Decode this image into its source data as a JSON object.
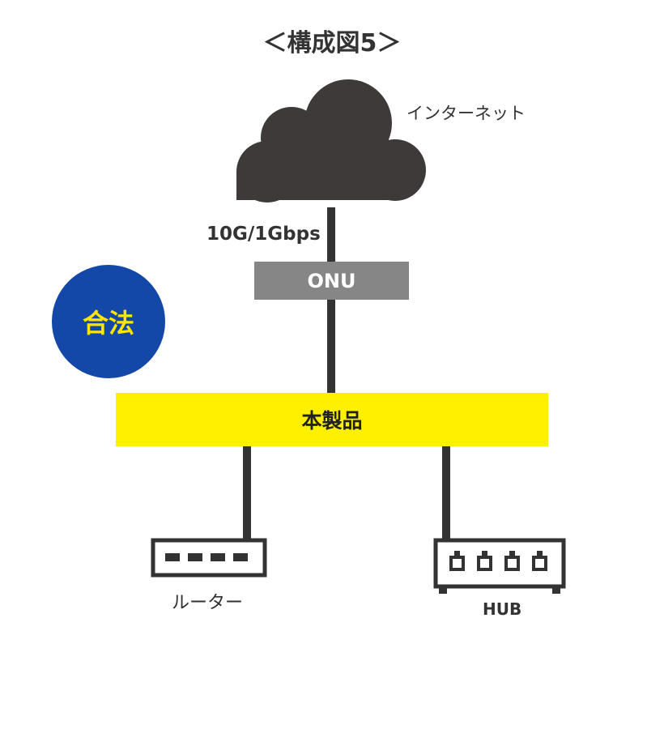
{
  "title": "＜構成図5＞",
  "nodes": {
    "internet": {
      "label": "インターネット",
      "icon": "cloud-icon"
    },
    "onu": {
      "label": "ONU"
    },
    "product": {
      "label": "本製品"
    },
    "router": {
      "label": "ルーター",
      "icon": "router-icon"
    },
    "hub": {
      "label": "HUB",
      "icon": "hub-icon"
    }
  },
  "links": {
    "internet_onu": {
      "label": "10G/1Gbps"
    }
  },
  "badge": {
    "label": "合法"
  },
  "colors": {
    "line": "#333333",
    "cloud": "#3e3a39",
    "onu": "#868686",
    "product": "#fff000",
    "badge": "#1347a8",
    "badge_text": "#ffe600"
  }
}
